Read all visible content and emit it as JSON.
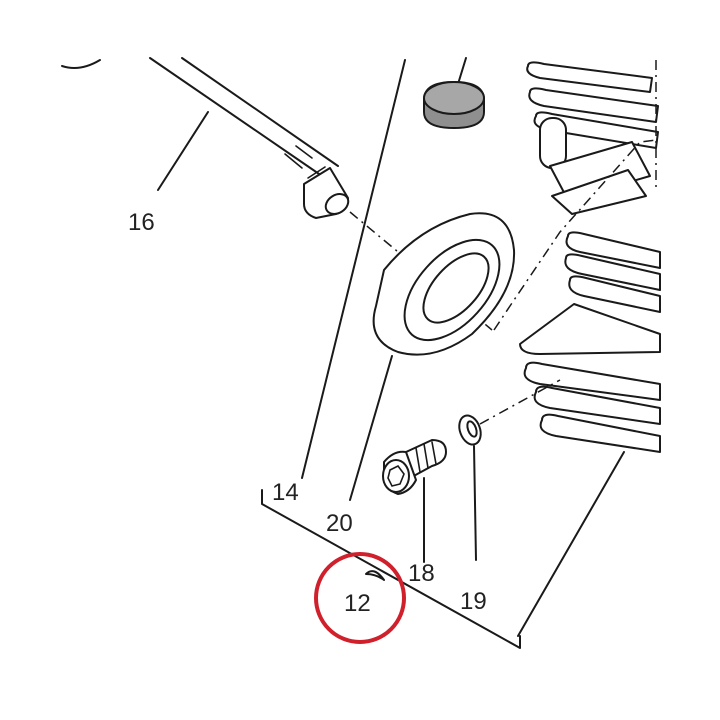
{
  "diagram": {
    "callouts": [
      {
        "id": "label-16",
        "text": "16"
      },
      {
        "id": "label-14",
        "text": "14"
      },
      {
        "id": "label-20",
        "text": "20"
      },
      {
        "id": "label-18",
        "text": "18"
      },
      {
        "id": "label-19",
        "text": "19"
      },
      {
        "id": "label-12",
        "text": "12"
      }
    ],
    "highlight_color": "#d0202c",
    "line_color": "#1a1a1a",
    "cap_fill": "#8f8f8f"
  }
}
